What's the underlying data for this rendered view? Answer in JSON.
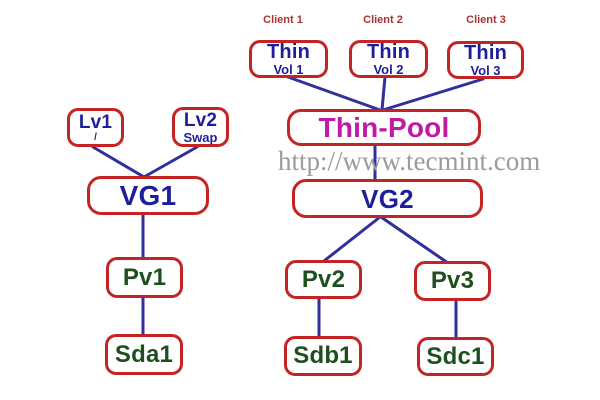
{
  "diagram": {
    "watermark": "http://www.tecmint.com",
    "clients": [
      "Client 1",
      "Client 2",
      "Client 3"
    ],
    "nodes": {
      "thin_vol_1": {
        "title": "Thin",
        "subtitle": "Vol 1"
      },
      "thin_vol_2": {
        "title": "Thin",
        "subtitle": "Vol 2"
      },
      "thin_vol_3": {
        "title": "Thin",
        "subtitle": "Vol 3"
      },
      "thin_pool": {
        "title": "Thin-Pool"
      },
      "vg2": {
        "title": "VG2"
      },
      "pv2": {
        "title": "Pv2"
      },
      "pv3": {
        "title": "Pv3"
      },
      "sdb1": {
        "title": "Sdb1"
      },
      "sdc1": {
        "title": "Sdc1"
      },
      "lv1": {
        "title": "Lv1",
        "subtitle": "/"
      },
      "lv2": {
        "title": "Lv2",
        "subtitle": "Swap"
      },
      "vg1": {
        "title": "VG1"
      },
      "pv1": {
        "title": "Pv1"
      },
      "sda1": {
        "title": "Sda1"
      }
    },
    "edges": [
      {
        "from": "lv1",
        "to": "vg1"
      },
      {
        "from": "lv2",
        "to": "vg1"
      },
      {
        "from": "vg1",
        "to": "pv1"
      },
      {
        "from": "pv1",
        "to": "sda1"
      },
      {
        "from": "thin_vol_1",
        "to": "thin_pool"
      },
      {
        "from": "thin_vol_2",
        "to": "thin_pool"
      },
      {
        "from": "thin_vol_3",
        "to": "thin_pool"
      },
      {
        "from": "thin_pool",
        "to": "vg2"
      },
      {
        "from": "vg2",
        "to": "pv2"
      },
      {
        "from": "vg2",
        "to": "pv3"
      },
      {
        "from": "pv2",
        "to": "sdb1"
      },
      {
        "from": "pv3",
        "to": "sdc1"
      }
    ],
    "colors": {
      "background": "#ffffff",
      "box_border": "#c52424",
      "node_text_blue": "#1e1e9c",
      "node_text_green": "#1e4f1e",
      "thin_pool_text": "#bf1ba5",
      "client_label_text": "#ab3434",
      "edge_line": "#30309c",
      "watermark_text": "#9b9b9b"
    }
  }
}
